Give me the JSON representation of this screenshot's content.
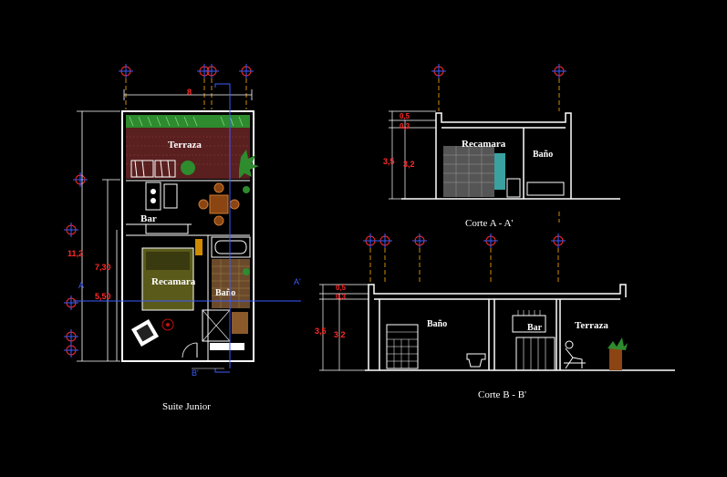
{
  "plan": {
    "title": "Suite Junior",
    "rooms": {
      "terraza": "Terraza",
      "bar": "Bar",
      "recamara": "Recamara",
      "bano": "Baño"
    },
    "dims": {
      "top_width": "8",
      "overall_height": "11,2",
      "mid_height": "7,30",
      "lower_height": "5,50"
    },
    "section_marks": {
      "a_left": "A",
      "a_right": "A'",
      "b_bottom": "B'"
    }
  },
  "section_aa": {
    "caption": "Corte A - A'",
    "rooms": {
      "recamara": "Recamara",
      "bano": "Baño"
    },
    "dims": {
      "top_a": "0,5",
      "top_b": "0,3",
      "height_a": "3,5",
      "height_b": "3,2"
    }
  },
  "section_bb": {
    "caption": "Corte  B - B'",
    "rooms": {
      "bano": "Baño",
      "bar": "Bar",
      "terraza": "Terraza"
    },
    "dims": {
      "top_a": "0,5",
      "top_b": "0,3",
      "height_a": "3,5",
      "height_b": "3,2"
    }
  },
  "colors": {
    "background": "#000000",
    "lines": "#ffffff",
    "dimensions": "#ff2a2a",
    "section_lines": "#3b5bff",
    "axis_lines": "#d08a00",
    "planters": "#2e8b2e",
    "terrace_fill": "#5a1f1f",
    "bed_fill": "#5a5a1a"
  }
}
